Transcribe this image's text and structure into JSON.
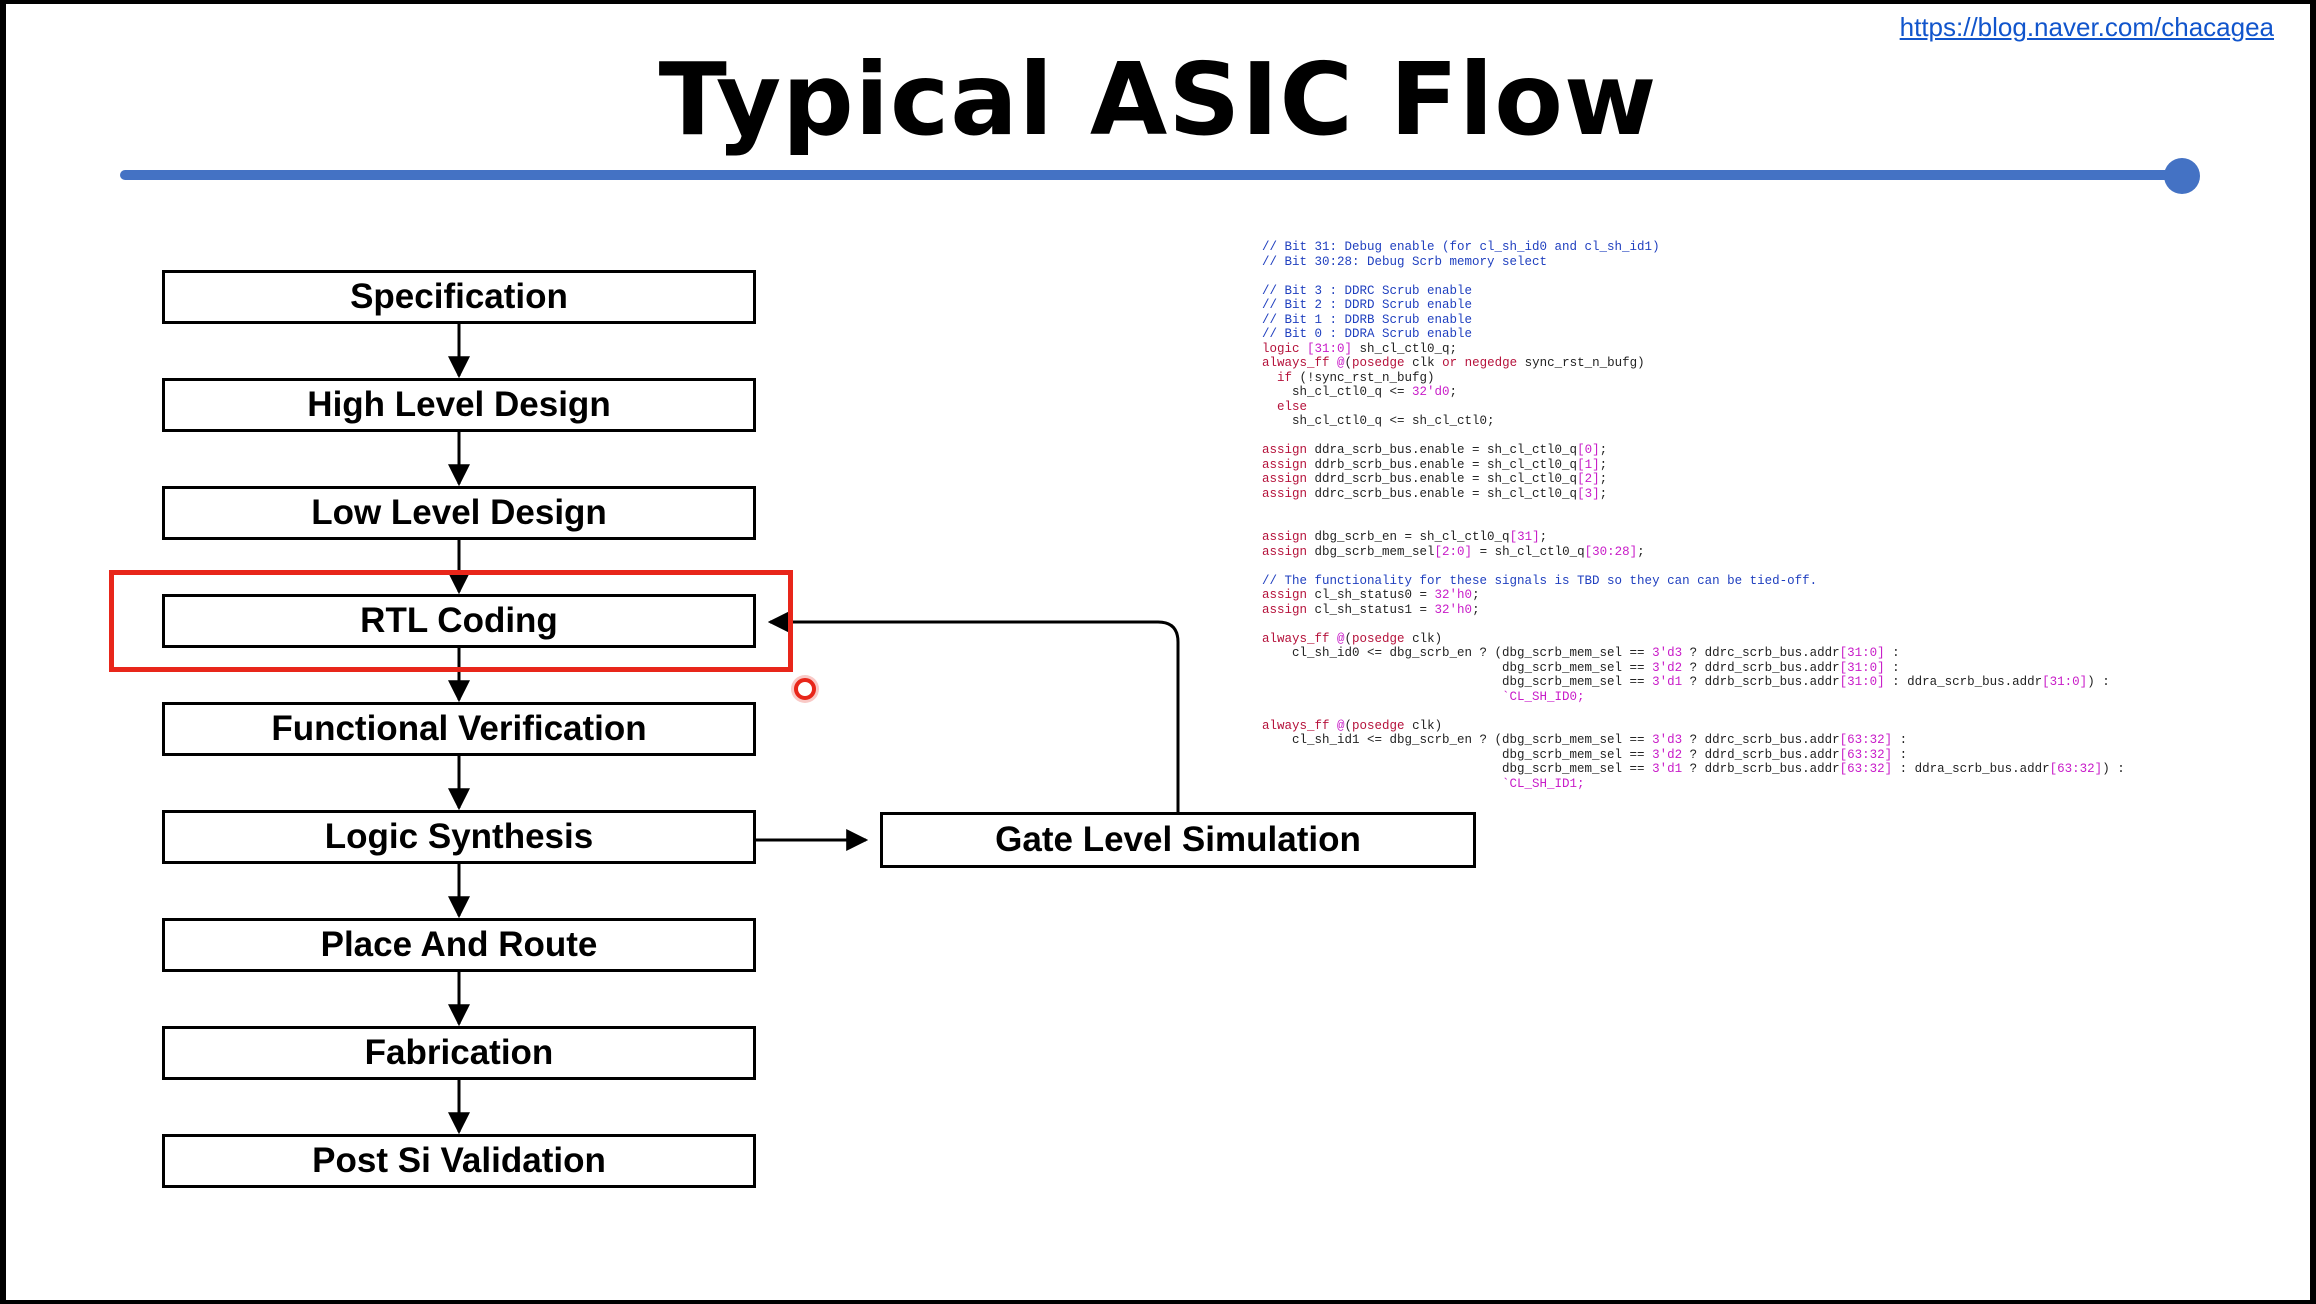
{
  "slide": {
    "title": "Typical ASIC Flow",
    "source_link": "https://blog.naver.com/chacagea",
    "accent_color": "#4472c4",
    "highlight_color": "#e8261a"
  },
  "flow": {
    "steps": [
      "Specification",
      "High Level Design",
      "Low Level Design",
      "RTL Coding",
      "Functional Verification",
      "Logic Synthesis",
      "Place And Route",
      "Fabrication",
      "Post Si Validation"
    ],
    "side_step": "Gate Level Simulation",
    "highlighted_step": "RTL Coding"
  },
  "code_sample": [
    [
      {
        "t": "// Bit 31: Debug enable (for cl_sh_id0 and cl_sh_id1)",
        "c": "cm"
      }
    ],
    [
      {
        "t": "// Bit 30:28: Debug Scrb memory select",
        "c": "cm"
      }
    ],
    [],
    [
      {
        "t": "// Bit 3 : DDRC Scrub enable",
        "c": "cm"
      }
    ],
    [
      {
        "t": "// Bit 2 : DDRD Scrub enable",
        "c": "cm"
      }
    ],
    [
      {
        "t": "// Bit 1 : DDRB Scrub enable",
        "c": "cm"
      }
    ],
    [
      {
        "t": "// Bit 0 : DDRA Scrub enable",
        "c": "cm"
      }
    ],
    [
      {
        "t": "logic ",
        "c": "kw"
      },
      {
        "t": "[31:0]",
        "c": "nm"
      },
      {
        "t": " sh_cl_ctl0_q;",
        "c": "pl"
      }
    ],
    [
      {
        "t": "always_ff ",
        "c": "kw"
      },
      {
        "t": "@",
        "c": "nm"
      },
      {
        "t": "(",
        "c": "pl"
      },
      {
        "t": "posedge",
        "c": "kw"
      },
      {
        "t": " clk ",
        "c": "pl"
      },
      {
        "t": "or negedge",
        "c": "kw"
      },
      {
        "t": " sync_rst_n_bufg)",
        "c": "pl"
      }
    ],
    [
      {
        "t": "  ",
        "c": "pl"
      },
      {
        "t": "if",
        "c": "kw"
      },
      {
        "t": " (!sync_rst_n_bufg)",
        "c": "pl"
      }
    ],
    [
      {
        "t": "    sh_cl_ctl0_q <= ",
        "c": "pl"
      },
      {
        "t": "32'd0",
        "c": "nm"
      },
      {
        "t": ";",
        "c": "pl"
      }
    ],
    [
      {
        "t": "  ",
        "c": "pl"
      },
      {
        "t": "else",
        "c": "kw"
      }
    ],
    [
      {
        "t": "    sh_cl_ctl0_q <= sh_cl_ctl0;",
        "c": "pl"
      }
    ],
    [],
    [
      {
        "t": "assign",
        "c": "kw"
      },
      {
        "t": " ddra_scrb_bus.enable = sh_cl_ctl0_q",
        "c": "pl"
      },
      {
        "t": "[0]",
        "c": "nm"
      },
      {
        "t": ";",
        "c": "pl"
      }
    ],
    [
      {
        "t": "assign",
        "c": "kw"
      },
      {
        "t": " ddrb_scrb_bus.enable = sh_cl_ctl0_q",
        "c": "pl"
      },
      {
        "t": "[1]",
        "c": "nm"
      },
      {
        "t": ";",
        "c": "pl"
      }
    ],
    [
      {
        "t": "assign",
        "c": "kw"
      },
      {
        "t": " ddrd_scrb_bus.enable = sh_cl_ctl0_q",
        "c": "pl"
      },
      {
        "t": "[2]",
        "c": "nm"
      },
      {
        "t": ";",
        "c": "pl"
      }
    ],
    [
      {
        "t": "assign",
        "c": "kw"
      },
      {
        "t": " ddrc_scrb_bus.enable = sh_cl_ctl0_q",
        "c": "pl"
      },
      {
        "t": "[3]",
        "c": "nm"
      },
      {
        "t": ";",
        "c": "pl"
      }
    ],
    [],
    [],
    [
      {
        "t": "assign",
        "c": "kw"
      },
      {
        "t": " dbg_scrb_en = sh_cl_ctl0_q",
        "c": "pl"
      },
      {
        "t": "[31]",
        "c": "nm"
      },
      {
        "t": ";",
        "c": "pl"
      }
    ],
    [
      {
        "t": "assign",
        "c": "kw"
      },
      {
        "t": " dbg_scrb_mem_sel",
        "c": "pl"
      },
      {
        "t": "[2:0]",
        "c": "nm"
      },
      {
        "t": " = sh_cl_ctl0_q",
        "c": "pl"
      },
      {
        "t": "[30:28]",
        "c": "nm"
      },
      {
        "t": ";",
        "c": "pl"
      }
    ],
    [],
    [
      {
        "t": "// The functionality for these signals is TBD so they can can be tied-off.",
        "c": "cm"
      }
    ],
    [
      {
        "t": "assign",
        "c": "kw"
      },
      {
        "t": " cl_sh_status0 = ",
        "c": "pl"
      },
      {
        "t": "32'h0",
        "c": "nm"
      },
      {
        "t": ";",
        "c": "pl"
      }
    ],
    [
      {
        "t": "assign",
        "c": "kw"
      },
      {
        "t": " cl_sh_status1 = ",
        "c": "pl"
      },
      {
        "t": "32'h0",
        "c": "nm"
      },
      {
        "t": ";",
        "c": "pl"
      }
    ],
    [],
    [
      {
        "t": "always_ff ",
        "c": "kw"
      },
      {
        "t": "@",
        "c": "nm"
      },
      {
        "t": "(",
        "c": "pl"
      },
      {
        "t": "posedge",
        "c": "kw"
      },
      {
        "t": " clk)",
        "c": "pl"
      }
    ],
    [
      {
        "t": "    cl_sh_id0 <= dbg_scrb_en ? (dbg_scrb_mem_sel == ",
        "c": "pl"
      },
      {
        "t": "3'd3",
        "c": "nm"
      },
      {
        "t": " ? ddrc_scrb_bus.addr",
        "c": "pl"
      },
      {
        "t": "[31:0]",
        "c": "nm"
      },
      {
        "t": " :",
        "c": "pl"
      }
    ],
    [
      {
        "t": "                                dbg_scrb_mem_sel == ",
        "c": "pl"
      },
      {
        "t": "3'd2",
        "c": "nm"
      },
      {
        "t": " ? ddrd_scrb_bus.addr",
        "c": "pl"
      },
      {
        "t": "[31:0]",
        "c": "nm"
      },
      {
        "t": " :",
        "c": "pl"
      }
    ],
    [
      {
        "t": "                                dbg_scrb_mem_sel == ",
        "c": "pl"
      },
      {
        "t": "3'd1",
        "c": "nm"
      },
      {
        "t": " ? ddrb_scrb_bus.addr",
        "c": "pl"
      },
      {
        "t": "[31:0]",
        "c": "nm"
      },
      {
        "t": " : ddra_scrb_bus.addr",
        "c": "pl"
      },
      {
        "t": "[31:0]",
        "c": "nm"
      },
      {
        "t": ") :",
        "c": "pl"
      }
    ],
    [
      {
        "t": "                                `CL_SH_ID0;",
        "c": "nm"
      }
    ],
    [],
    [
      {
        "t": "always_ff ",
        "c": "kw"
      },
      {
        "t": "@",
        "c": "nm"
      },
      {
        "t": "(",
        "c": "pl"
      },
      {
        "t": "posedge",
        "c": "kw"
      },
      {
        "t": " clk)",
        "c": "pl"
      }
    ],
    [
      {
        "t": "    cl_sh_id1 <= dbg_scrb_en ? (dbg_scrb_mem_sel == ",
        "c": "pl"
      },
      {
        "t": "3'd3",
        "c": "nm"
      },
      {
        "t": " ? ddrc_scrb_bus.addr",
        "c": "pl"
      },
      {
        "t": "[63:32]",
        "c": "nm"
      },
      {
        "t": " :",
        "c": "pl"
      }
    ],
    [
      {
        "t": "                                dbg_scrb_mem_sel == ",
        "c": "pl"
      },
      {
        "t": "3'd2",
        "c": "nm"
      },
      {
        "t": " ? ddrd_scrb_bus.addr",
        "c": "pl"
      },
      {
        "t": "[63:32]",
        "c": "nm"
      },
      {
        "t": " :",
        "c": "pl"
      }
    ],
    [
      {
        "t": "                                dbg_scrb_mem_sel == ",
        "c": "pl"
      },
      {
        "t": "3'd1",
        "c": "nm"
      },
      {
        "t": " ? ddrb_scrb_bus.addr",
        "c": "pl"
      },
      {
        "t": "[63:32]",
        "c": "nm"
      },
      {
        "t": " : ddra_scrb_bus.addr",
        "c": "pl"
      },
      {
        "t": "[63:32]",
        "c": "nm"
      },
      {
        "t": ") :",
        "c": "pl"
      }
    ],
    [
      {
        "t": "                                `CL_SH_ID1;",
        "c": "nm"
      }
    ]
  ]
}
